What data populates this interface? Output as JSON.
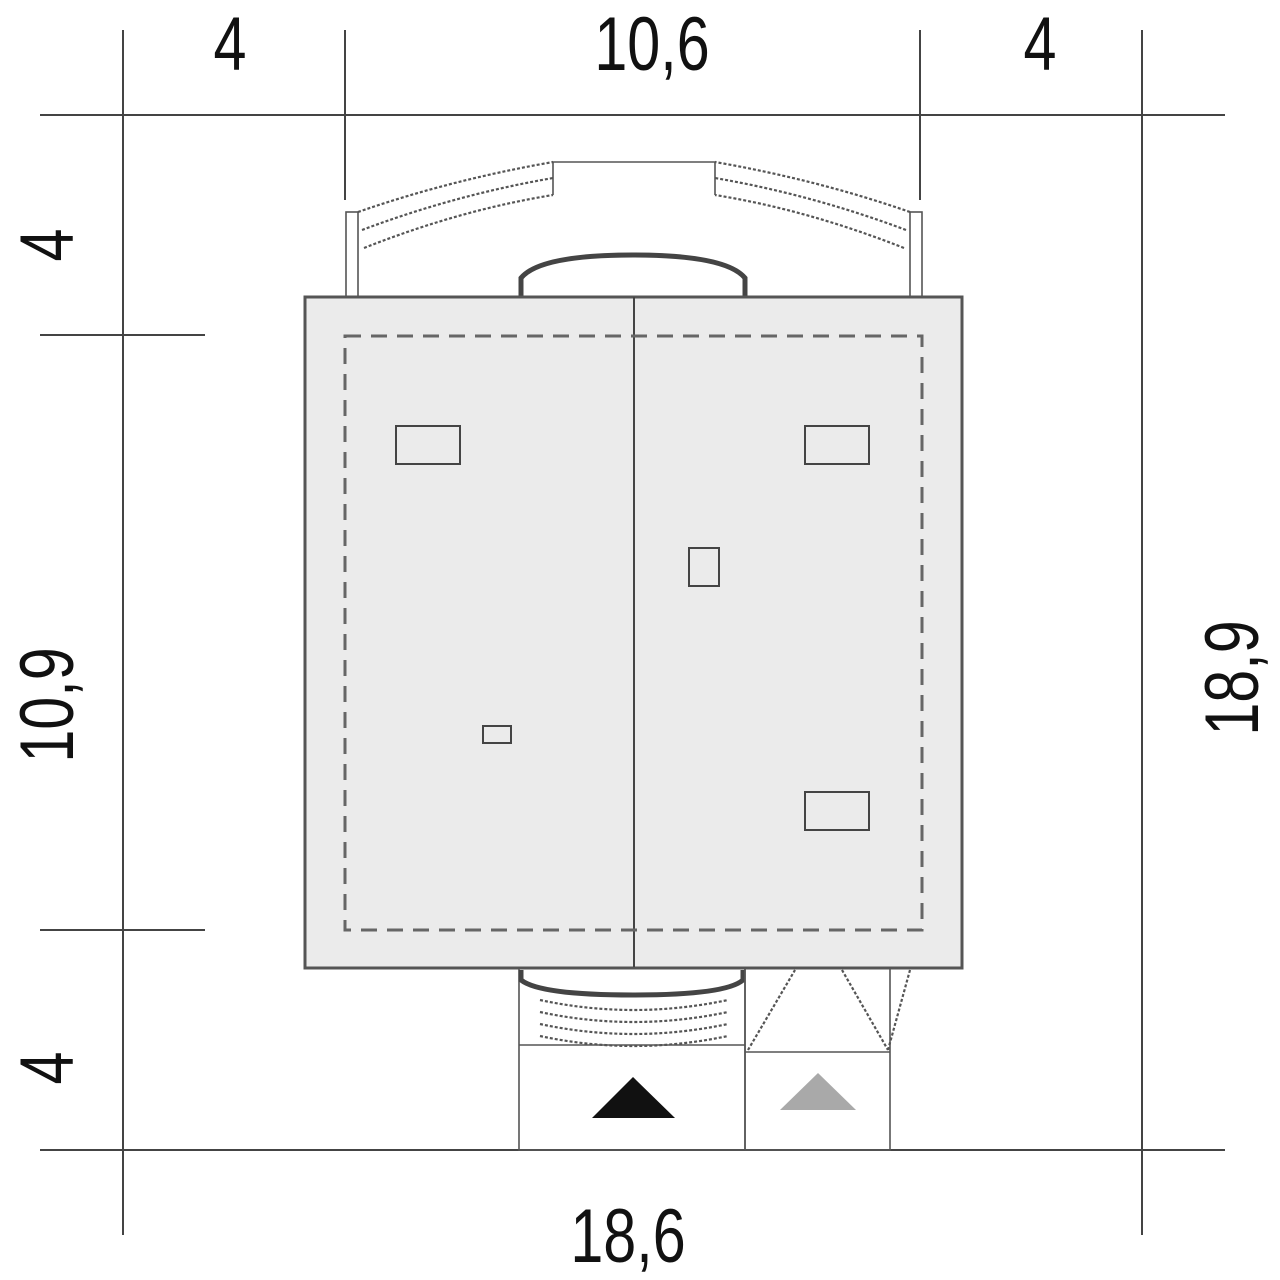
{
  "dimensions": {
    "top_left": "4",
    "top_middle": "10,6",
    "top_right": "4",
    "left_top": "4",
    "left_middle": "10,9",
    "left_bottom": "4",
    "right_total": "18,9",
    "bottom_total": "18,6"
  },
  "colors": {
    "building_fill": "#ebebeb",
    "line": "#444444",
    "main_entrance_marker": "#111111",
    "secondary_entrance_marker": "#a9a9a9"
  }
}
